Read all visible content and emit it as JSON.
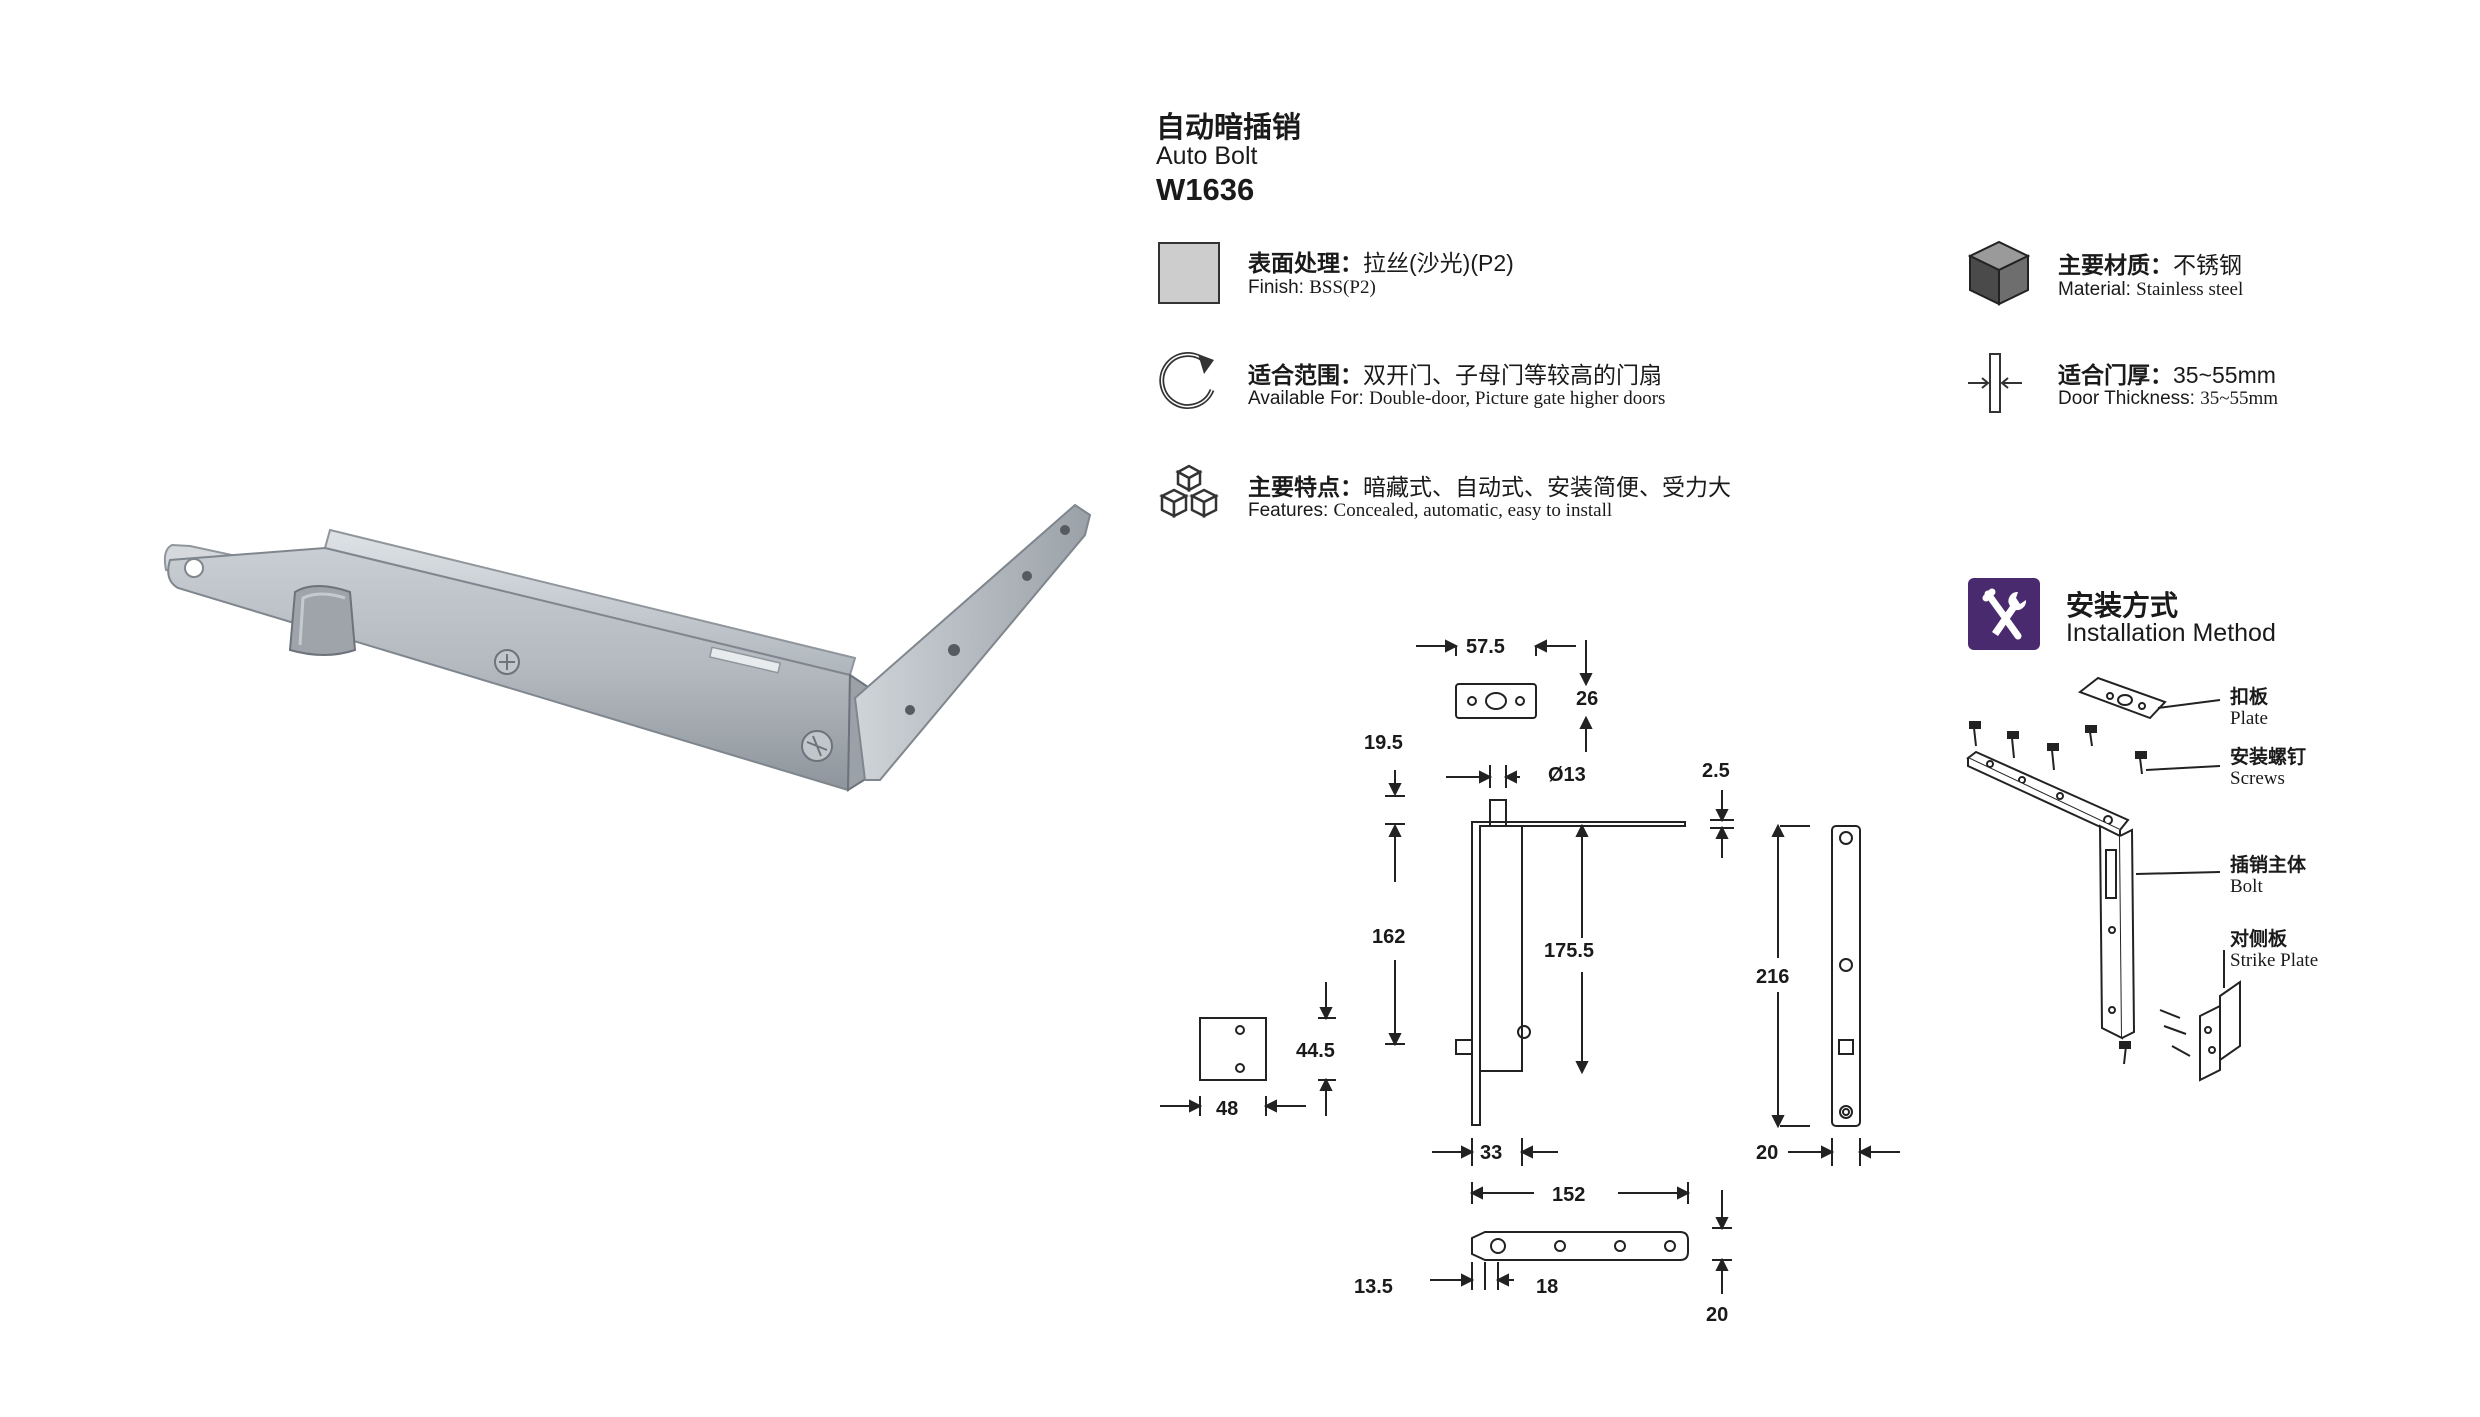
{
  "product": {
    "name_cn": "自动暗插销",
    "name_en": "Auto Bolt",
    "model": "W1636"
  },
  "specs": {
    "finish": {
      "label_cn": "表面处理：",
      "value_cn": "拉丝(沙光)(P2)",
      "label_en": "Finish: ",
      "value_en": "BSS(P2)"
    },
    "material": {
      "label_cn": "主要材质：",
      "value_cn": "不锈钢",
      "label_en": "Material: ",
      "value_en": "Stainless steel"
    },
    "available": {
      "label_cn": "适合范围：",
      "value_cn": "双开门、子母门等较高的门扇",
      "label_en": "Available For: ",
      "value_en": "Double-door, Picture gate higher doors"
    },
    "thickness": {
      "label_cn": "适合门厚：",
      "value_cn": "35~55mm",
      "label_en": "Door Thickness: ",
      "value_en": "35~55mm"
    },
    "features": {
      "label_cn": "主要特点：",
      "value_cn": "暗藏式、自动式、安装简便、受力大",
      "label_en": "Features: ",
      "value_en": "Concealed, automatic, easy to install"
    }
  },
  "dimensions": {
    "plate_width": "57.5",
    "plate_height": "26",
    "hole_dia": "Ø13",
    "offset_top": "19.5",
    "body_length": "162",
    "total_height": "175.5",
    "plate_thick": "2.5",
    "side_height": "216",
    "strike_height": "44.5",
    "strike_width": "48",
    "body_width": "33",
    "side_width": "20",
    "bottom_length": "152",
    "bottom_height": "20",
    "end_offset": "13.5",
    "hole_spacing": "18"
  },
  "installation": {
    "title_cn": "安装方式",
    "title_en": "Installation Method",
    "callouts": [
      {
        "cn": "扣板",
        "en": "Plate"
      },
      {
        "cn": "安装螺钉",
        "en": "Screws"
      },
      {
        "cn": "插销主体",
        "en": "Bolt"
      },
      {
        "cn": "对侧板",
        "en": "Strike Plate"
      }
    ]
  },
  "colors": {
    "finish_swatch": "#cdcdcd",
    "install_badge": "#4a2a6e",
    "metal": "#b8bfc6"
  }
}
